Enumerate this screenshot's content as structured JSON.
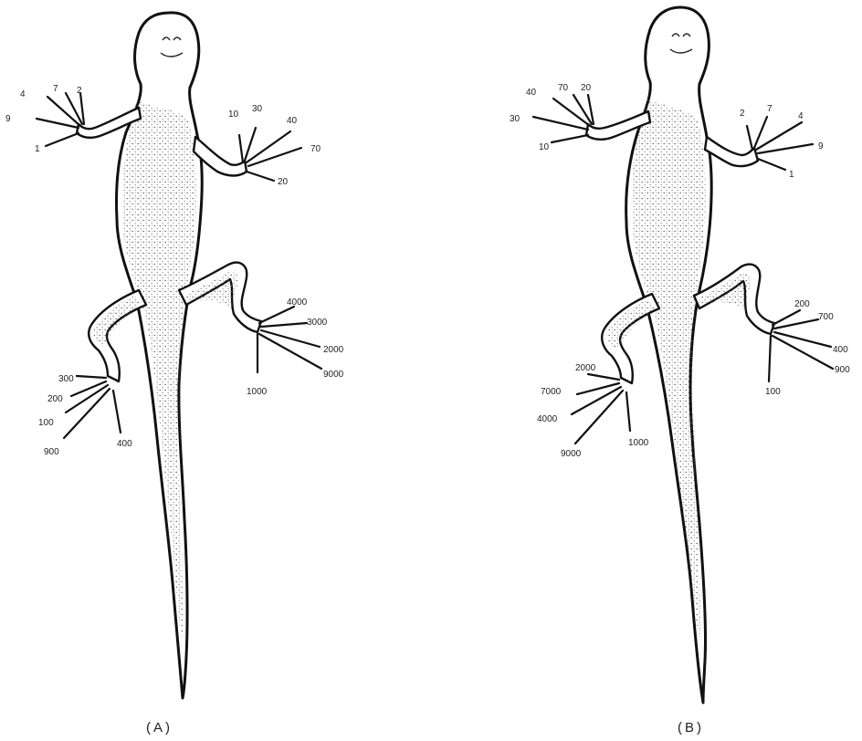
{
  "panels": [
    {
      "id": "A",
      "caption": "(A)",
      "front_left_toes": [
        "4",
        "7",
        "2",
        "9",
        "1"
      ],
      "front_right_toes": [
        "10",
        "30",
        "40",
        "70",
        "20"
      ],
      "hind_left_toes": [
        "300",
        "200",
        "100",
        "900",
        "400"
      ],
      "hind_right_toes": [
        "4000",
        "3000",
        "2000",
        "9000",
        "1000"
      ]
    },
    {
      "id": "B",
      "caption": "(B)",
      "front_left_toes": [
        "40",
        "70",
        "20",
        "30",
        "10"
      ],
      "front_right_toes": [
        "2",
        "7",
        "4",
        "9",
        "1"
      ],
      "hind_left_toes": [
        "2000",
        "7000",
        "4000",
        "9000",
        "1000"
      ],
      "hind_right_toes": [
        "200",
        "700",
        "400",
        "900",
        "100"
      ]
    }
  ],
  "colors": {
    "ink": "#111111",
    "paper": "#ffffff",
    "stipple": "#555555"
  }
}
